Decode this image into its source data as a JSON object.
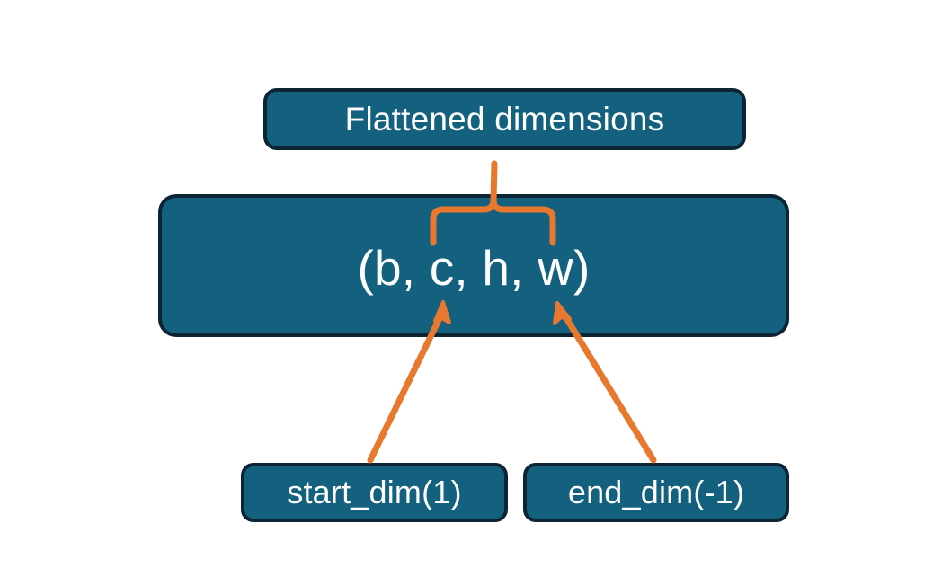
{
  "diagram": {
    "title_node": {
      "label": "Flattened dimensions",
      "name": "flattened-dimensions-box"
    },
    "tuple_node": {
      "label": "(b, c, h, w)",
      "dims": [
        "b",
        "c",
        "h",
        "w"
      ],
      "name": "tensor-shape-box"
    },
    "param_nodes": [
      {
        "label": "start_dim(1)",
        "value": 1,
        "name": "start-dim-box"
      },
      {
        "label": "end_dim(-1)",
        "value": -1,
        "name": "end-dim-box"
      }
    ],
    "annotations": {
      "brace": {
        "name": "flatten-range-brace",
        "spans_dims": [
          "c",
          "h",
          "w"
        ],
        "points_to": "Flattened dimensions"
      },
      "arrows": [
        {
          "name": "start-dim-arrow",
          "from": "start_dim(1)",
          "to": "c"
        },
        {
          "name": "end-dim-arrow",
          "from": "end_dim(-1)",
          "to": "w"
        }
      ]
    },
    "colors": {
      "node_fill": "#14607F",
      "node_border": "#0C2433",
      "node_text": "#FFFFFF",
      "accent": "#E8782D",
      "background": "#FFFFFF"
    }
  }
}
